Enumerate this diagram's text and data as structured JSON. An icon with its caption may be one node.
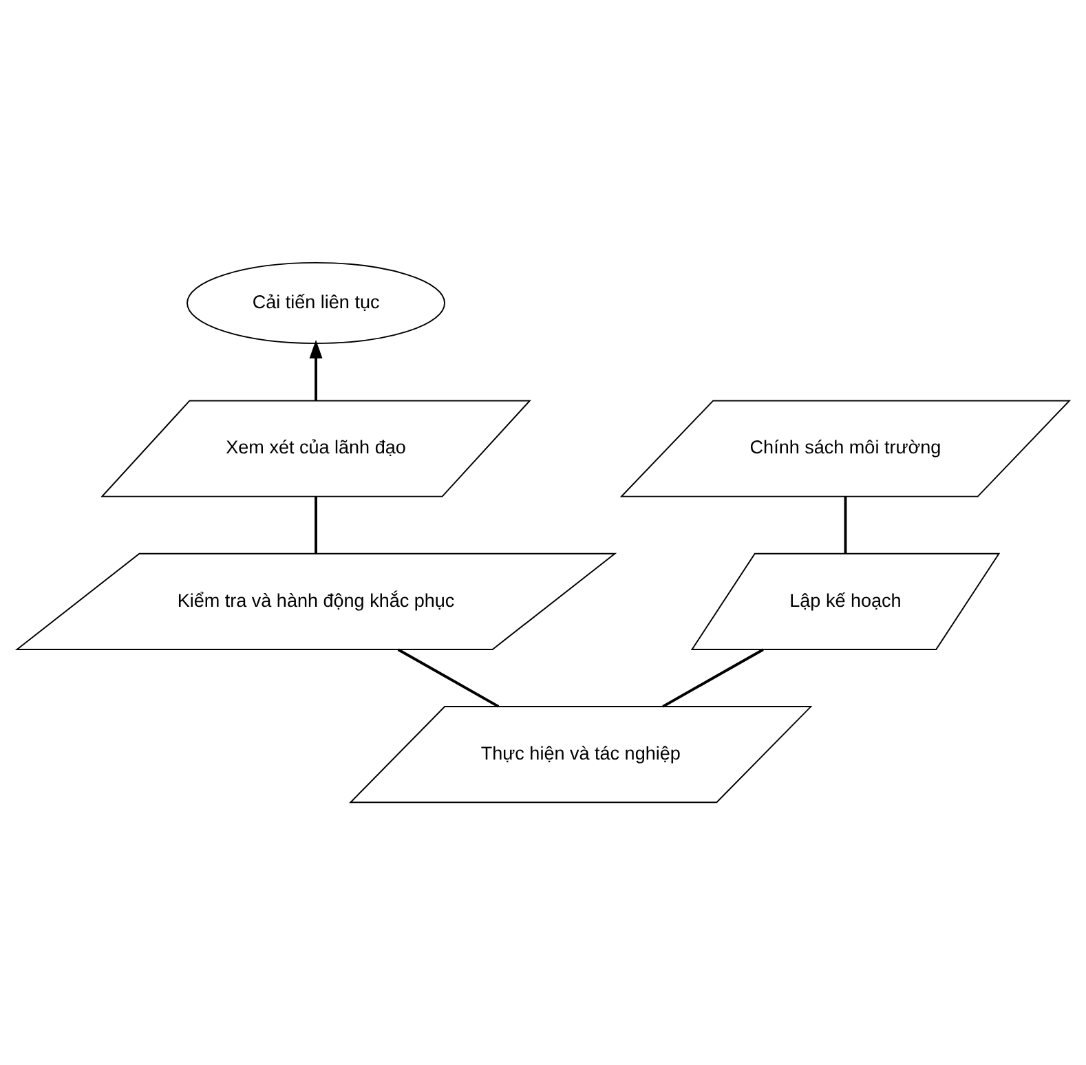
{
  "diagram": {
    "nodes": [
      {
        "text": [
          "Cải tiến liên tục"
        ]
      },
      {
        "text": [
          "Chính sách môi trường"
        ]
      },
      {
        "text": [
          "Xem xét của lãnh đạo"
        ]
      },
      {
        "text": [
          "Lập kế hoạch"
        ]
      },
      {
        "text": [
          "Kiểm tra và hành động khắc phục"
        ]
      },
      {
        "text": [
          "Thực hiện và tác nghiệp"
        ]
      }
    ],
    "edges": [
      {
        "from": 2,
        "to": 0,
        "arrow": "to"
      },
      {
        "from": 1,
        "to": 3,
        "arrow": "none"
      },
      {
        "from": 3,
        "to": 5,
        "arrow": "none"
      },
      {
        "from": 5,
        "to": 4,
        "arrow": "none"
      },
      {
        "from": 4,
        "to": 2,
        "arrow": "none"
      }
    ]
  }
}
